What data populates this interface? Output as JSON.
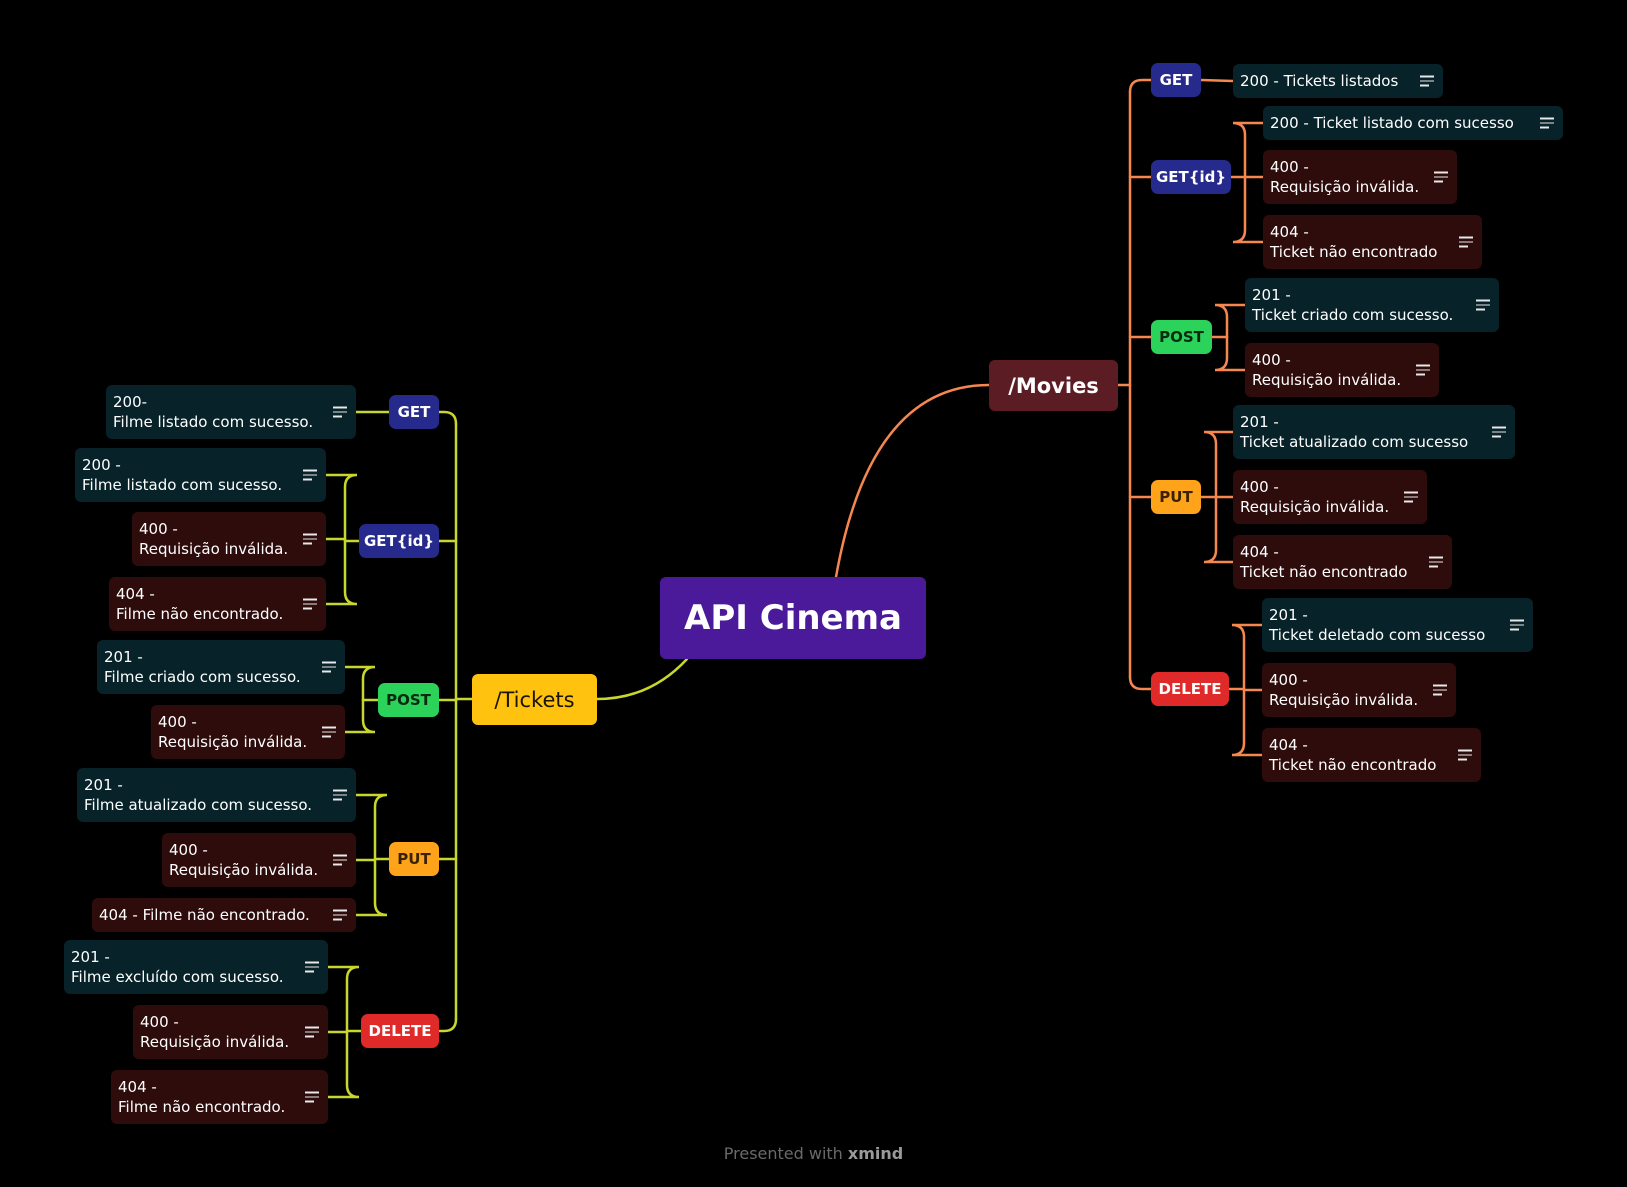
{
  "root": {
    "label": "API Cinema",
    "color": "#4a1a9a"
  },
  "tickets": {
    "label": "/Tickets",
    "line_color": "#c9d62d",
    "methods": [
      {
        "label": "GET",
        "type": "get",
        "leaves": [
          {
            "l1": "200-",
            "l2": "Filme listado com sucesso.",
            "kind": "ok"
          }
        ]
      },
      {
        "label": "GET{id}",
        "type": "get",
        "leaves": [
          {
            "l1": "200 -",
            "l2": "Filme listado com sucesso.",
            "kind": "ok"
          },
          {
            "l1": "400 -",
            "l2": "Requisição inválida.",
            "kind": "err"
          },
          {
            "l1": "404 -",
            "l2": "Filme não encontrado.",
            "kind": "err"
          }
        ]
      },
      {
        "label": "POST",
        "type": "post",
        "leaves": [
          {
            "l1": "201 -",
            "l2": "Filme criado com sucesso.",
            "kind": "ok"
          },
          {
            "l1": "400 -",
            "l2": "Requisição inválida.",
            "kind": "err"
          }
        ]
      },
      {
        "label": "PUT",
        "type": "put",
        "leaves": [
          {
            "l1": "201 -",
            "l2": "Filme atualizado com sucesso.",
            "kind": "ok"
          },
          {
            "l1": "400 -",
            "l2": "Requisição inválida.",
            "kind": "err"
          },
          {
            "l1": "404 - Filme não encontrado.",
            "l2": "",
            "kind": "err"
          }
        ]
      },
      {
        "label": "DELETE",
        "type": "delete",
        "leaves": [
          {
            "l1": "201 -",
            "l2": "Filme excluído com sucesso.",
            "kind": "ok"
          },
          {
            "l1": "400 -",
            "l2": "Requisição inválida.",
            "kind": "err"
          },
          {
            "l1": "404 -",
            "l2": "Filme não encontrado.",
            "kind": "err"
          }
        ]
      }
    ]
  },
  "movies": {
    "label": "/Movies",
    "line_color": "#f5874f",
    "methods": [
      {
        "label": "GET",
        "type": "get",
        "leaves": [
          {
            "l1": "200 - Tickets listados",
            "l2": "",
            "kind": "ok"
          }
        ]
      },
      {
        "label": "GET{id}",
        "type": "get",
        "leaves": [
          {
            "l1": "200 - Ticket listado com sucesso",
            "l2": "",
            "kind": "ok"
          },
          {
            "l1": "400 -",
            "l2": "Requisição inválida.",
            "kind": "err"
          },
          {
            "l1": "404 -",
            "l2": "Ticket não encontrado",
            "kind": "err"
          }
        ]
      },
      {
        "label": "POST",
        "type": "post",
        "leaves": [
          {
            "l1": "201 -",
            "l2": "Ticket criado com sucesso.",
            "kind": "ok"
          },
          {
            "l1": "400 -",
            "l2": "Requisição inválida.",
            "kind": "err"
          }
        ]
      },
      {
        "label": "PUT",
        "type": "put",
        "leaves": [
          {
            "l1": "201 -",
            "l2": "Ticket atualizado com sucesso",
            "kind": "ok"
          },
          {
            "l1": "400 -",
            "l2": "Requisição inválida.",
            "kind": "err"
          },
          {
            "l1": "404 -",
            "l2": "Ticket não encontrado",
            "kind": "err"
          }
        ]
      },
      {
        "label": "DELETE",
        "type": "delete",
        "leaves": [
          {
            "l1": "201 -",
            "l2": "Ticket deletado com sucesso",
            "kind": "ok"
          },
          {
            "l1": "400 -",
            "l2": "Requisição inválida.",
            "kind": "err"
          },
          {
            "l1": "404 -",
            "l2": "Ticket não encontrado",
            "kind": "err"
          }
        ]
      }
    ]
  },
  "note_icon": "notes-icon",
  "footer": {
    "prefix": "Presented with ",
    "brand": "xmind"
  }
}
